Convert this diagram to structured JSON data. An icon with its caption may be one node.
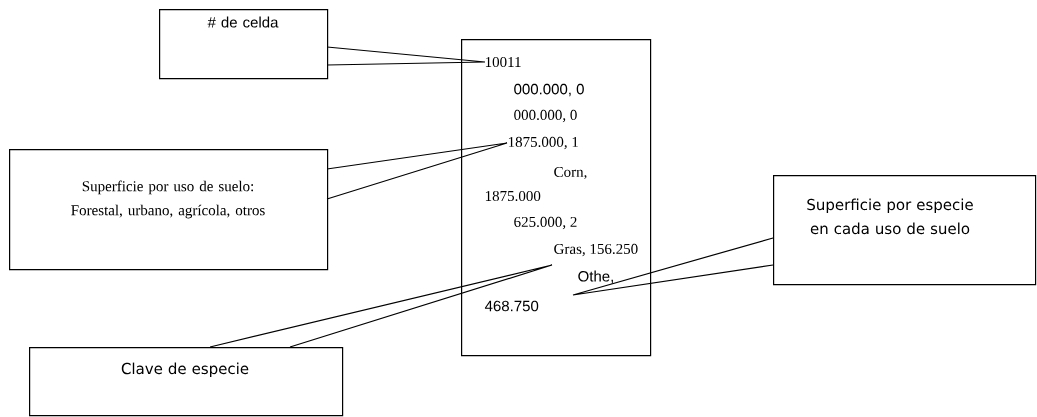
{
  "diagram": {
    "nodes": [
      {
        "text": [
          "10011",
          "000.000, 0",
          "000.000, 0",
          "1875.000, 1",
          "Corn,",
          "1875.000",
          "625.000, 2",
          "Gras, 156.250",
          "Othe,",
          "468.750"
        ]
      },
      {
        "text": [
          "# de  celda"
        ]
      },
      {
        "text": [
          "Superficie por uso de suelo: Forestal, urbano, agrícola, otros"
        ]
      },
      {
        "text": [
          "Superficie por especie en cada uso de suelo"
        ]
      },
      {
        "text": [
          "Clave de especie"
        ]
      }
    ],
    "edges": [
      {
        "from": 1,
        "to": null,
        "arrow": "none"
      },
      {
        "from": 2,
        "to": null,
        "arrow": "none"
      },
      {
        "from": 3,
        "to": null,
        "arrow": "none"
      },
      {
        "from": 4,
        "to": null,
        "arrow": "none"
      }
    ]
  }
}
